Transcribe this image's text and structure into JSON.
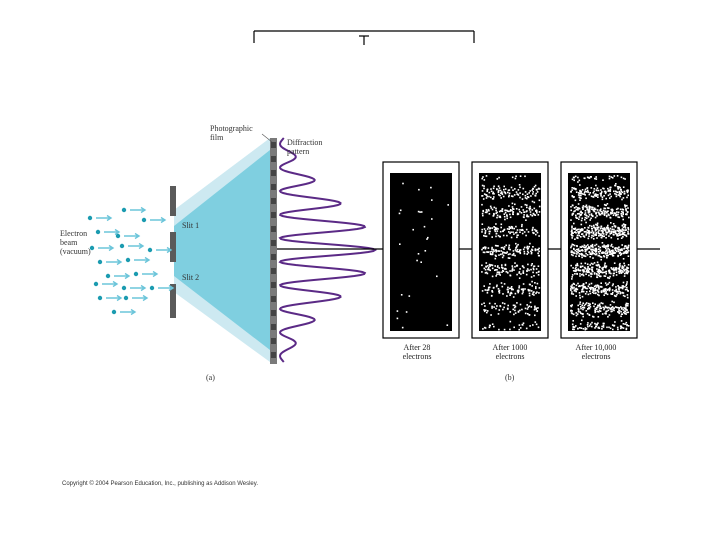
{
  "labels": {
    "photographic_film": "Photographic\nfilm",
    "diffraction_pattern": "Diffraction\npattern",
    "slit1": "Slit 1",
    "slit2": "Slit 2",
    "electron_beam": "Electron\nbeam\n(vacuum)",
    "panel_a": "(a)",
    "panel_b": "(b)"
  },
  "captions": [
    "After 28\nelectrons",
    "After 1000\nelectrons",
    "After 10,000\nelectrons"
  ],
  "copyright": "Copyright © 2004 Pearson Education, Inc., publishing as Addison Wesley.",
  "colors": {
    "beam_fill": "#6cc5da",
    "beam_light": "#bfe3ee",
    "electron": "#1b9bb0",
    "pattern": "#5b2a86",
    "slit": "#555555",
    "film": "#444444"
  }
}
